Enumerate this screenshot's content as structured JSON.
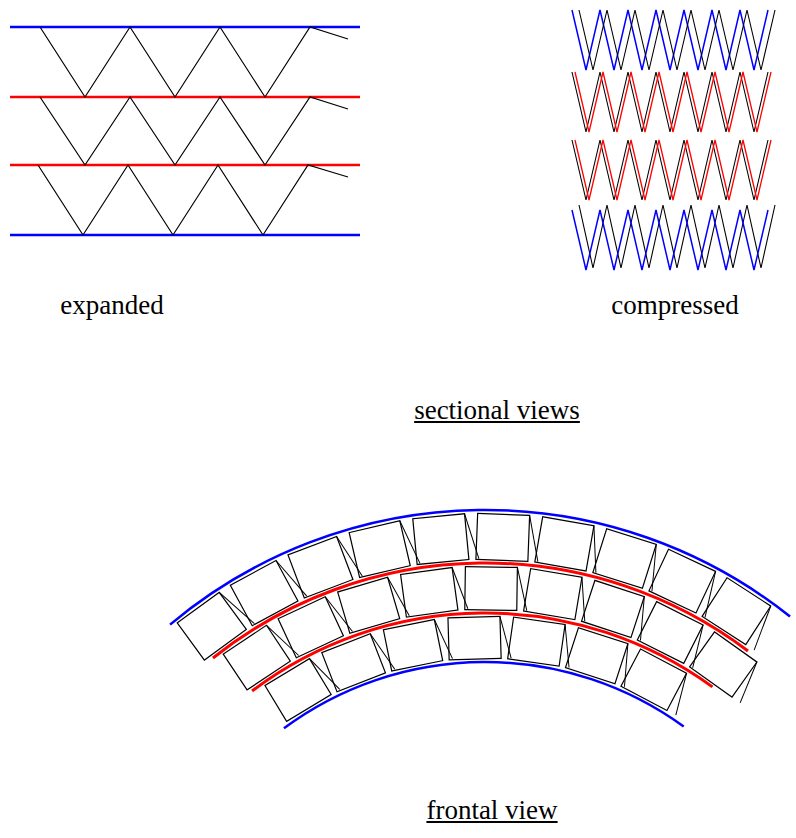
{
  "diagram": {
    "labels": [
      "expanded",
      "compressed",
      "sectional views",
      "frontal view"
    ]
  }
}
